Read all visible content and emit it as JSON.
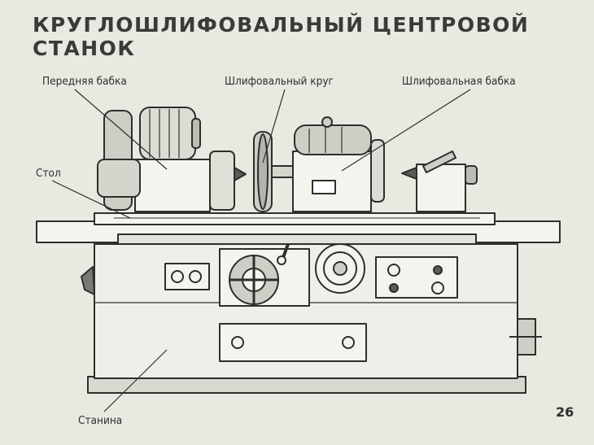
{
  "title": "КРУГЛОШЛИФОВАЛЬНЫЙ ЦЕНТРОВОЙ СТАНОК",
  "labels": {
    "headstock": "Передняя бабка",
    "grinding_wheel": "Шлифовальный круг",
    "wheel_head": "Шлифовальная бабка",
    "table": "Стол",
    "bed": "Станина"
  },
  "page_number": "26",
  "colors": {
    "paper": "#e9e8e1",
    "ink": "#2e2e2c",
    "shade": "#5a5a56",
    "light": "#f4f3ee"
  }
}
